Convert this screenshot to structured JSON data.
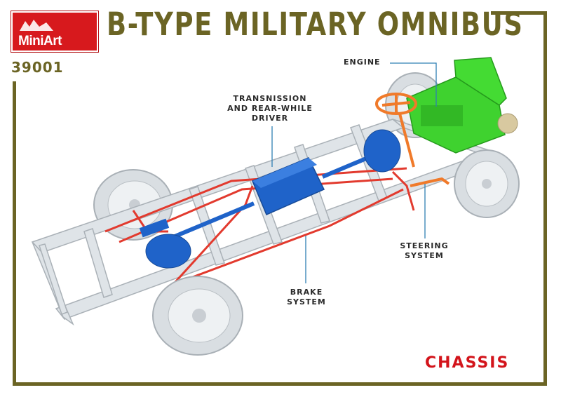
{
  "header": {
    "brand_logo_text": "MiniArt",
    "title": "B-TYPE MILITARY OMNIBUS",
    "catalog_number": "39001"
  },
  "callouts": {
    "engine": "ENGINE",
    "transmission": "TRANSNISSION\nAND REAR-WHILE\nDRIVER",
    "steering": "STEERING\nSYSTEM",
    "brake": "BRAKE\nSYSTEM"
  },
  "footer": {
    "section_label": "CHASSIS"
  },
  "colors": {
    "frame_olive": "#6b6424",
    "brand_red": "#d7191d",
    "chassis_gray": "#dfe4e8",
    "engine_green": "#3fd22f",
    "transmission_blue": "#1f63c9",
    "brake_red": "#e23a2e",
    "steering_orange": "#f07a2a",
    "leader_blue": "#2f7fb3"
  }
}
